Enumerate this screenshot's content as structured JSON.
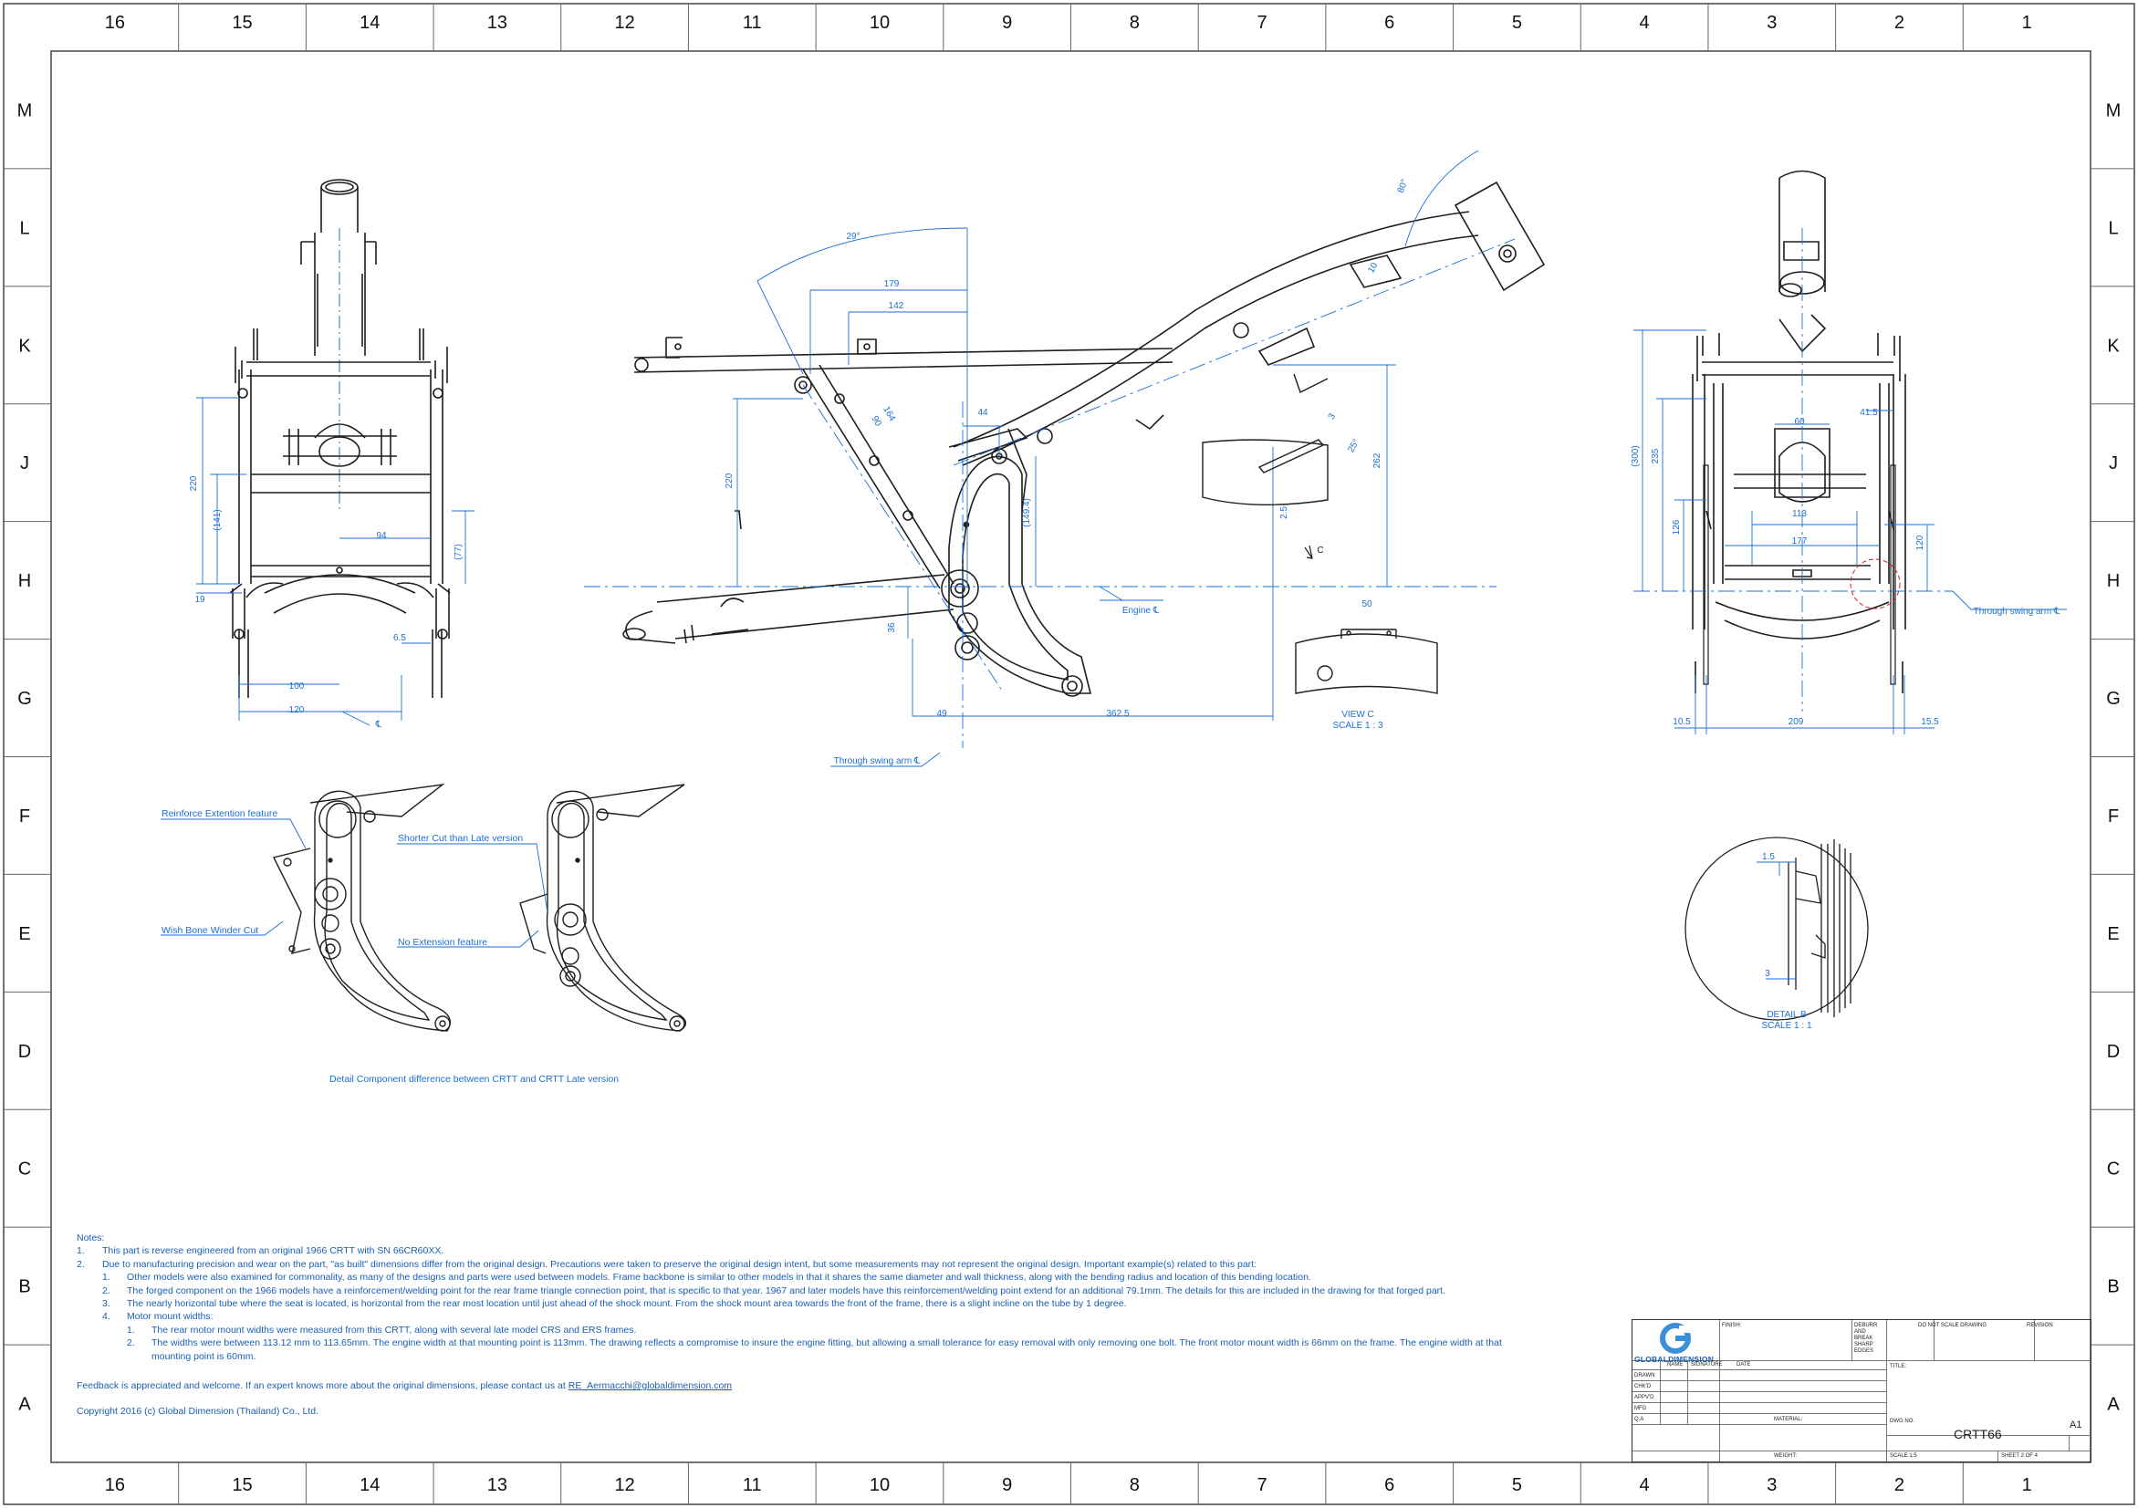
{
  "border": {
    "columns": [
      "16",
      "15",
      "14",
      "13",
      "12",
      "11",
      "10",
      "9",
      "8",
      "7",
      "6",
      "5",
      "4",
      "3",
      "2",
      "1"
    ],
    "rows": [
      "M",
      "L",
      "K",
      "J",
      "H",
      "G",
      "F",
      "E",
      "D",
      "C",
      "B",
      "A"
    ]
  },
  "colors": {
    "line": "#1e1e1e",
    "dim": "#1a6fd6",
    "text": "#1a5fb4",
    "highlight": "#d42020"
  },
  "front_view": {
    "dims": {
      "d220": "220",
      "d141": "(141)",
      "d94": "94",
      "d77": "(77)",
      "d19": "19",
      "d6_5": "6.5",
      "d100": "100",
      "d120": "120",
      "cl": "℄"
    }
  },
  "side_view": {
    "dims": {
      "a29": "29°",
      "d179": "179",
      "d142": "142",
      "d164": "164",
      "d90": "90",
      "d220": "220",
      "d44": "44",
      "d149_4": "(149.4)",
      "d36": "36",
      "d49": "49",
      "d362_5": "362.5",
      "a80": "80°",
      "d10": "10",
      "d262": "262",
      "d2_5": "2.5",
      "d3": "3",
      "a25": "25°",
      "d50": "50",
      "c": "C"
    },
    "engine_cl": "Engine ℄",
    "swing_arm_cl": "Through swing arm ℄",
    "view_c_title": "VIEW C",
    "view_c_scale": "SCALE 1 : 3"
  },
  "rear_view": {
    "dims": {
      "d300": "(300)",
      "d235": "235",
      "d126": "126",
      "d60": "60",
      "d41_5": "41.5",
      "d113": "113",
      "d177": "177",
      "d120": "120",
      "d10_5": "10.5",
      "d209": "209",
      "d15_5": "15.5"
    },
    "swing_arm_cl": "Through swing arm ℄"
  },
  "detail_b": {
    "d1_5": "1.5",
    "d3": "3",
    "title": "DETAIL B",
    "scale": "SCALE 1 : 1"
  },
  "comparison": {
    "reinforce": "Reinforce Extention feature",
    "wishbone": "Wish Bone Winder Cut",
    "shorter": "Shorter Cut than Late version",
    "noext": "No Extension feature",
    "caption": "Detail Component difference between CRTT and CRTT Late version"
  },
  "notes": {
    "heading": "Notes:",
    "n1_num": "1.",
    "n1": "This part is reverse engineered from an original 1966 CRTT with SN 66CR60XX.",
    "n2_num": "2.",
    "n2": "Due to manufacturing precision and wear on the part, \"as built\" dimensions differ from the original design. Precautions were taken to preserve the original design intent, but some measurements may not represent the original design. Important example(s) related to this part:",
    "s1_num": "1.",
    "s1": "Other models were also examined for commonality, as many of the designs and parts were used between models. Frame backbone is similar to other models in that it shares the same diameter and wall thickness, along with the bending radius and location of this bending location.",
    "s2_num": "2.",
    "s2": "The forged component on the 1966 models have a reinforcement/welding point for the rear frame triangle connection point, that is specific to that year.  1967 and later models have this reinforcement/welding point extend for an additional 79.1mm. The details for this are included in the drawing for that forged part.",
    "s3_num": "3.",
    "s3": "The nearly horizontal tube where the seat is located, is horizontal from the rear most  location until just ahead of the shock mount. From the shock mount area towards the front of the frame, there is a slight incline on the tube by 1 degree.",
    "s4_num": "4.",
    "s4": "Motor mount widths:",
    "s4a_num": "1.",
    "s4a": "The rear motor mount widths were measured from this CRTT, along with several late model CRS and ERS frames.",
    "s4b_num": "2.",
    "s4b": "The widths were between 113.12 mm to 113.65mm. The engine width at that mounting point is 113mm. The drawing reflects a compromise to insure the engine fitting, but allowing a small tolerance for easy removal with only removing one bolt. The front motor mount width is 66mm on the frame.  The engine width at that",
    "s4b_cont": "mounting point is 60mm.",
    "feedback": "Feedback is appreciated and welcome.  If an expert knows more about the original dimensions, please contact us at",
    "email": "RE_Aermacchi@globaldimension.com",
    "copyright": "Copyright 2016 (c) Global Dimension (Thailand) Co., Ltd."
  },
  "title_block": {
    "logo": "GLOBALDIMENSION",
    "finish": "FINISH:",
    "deburr": "DEBURR AND BREAK SHARP EDGES",
    "dont_scale": "DO NOT SCALE DRAWING",
    "revision": "REVISION",
    "name": "NAME",
    "signature": "SIGNATURE",
    "date": "DATE",
    "drawn": "DRAWN",
    "chkd": "CHK'D",
    "appvd": "APPV'D",
    "mfg": "MFG",
    "qa": "Q.A",
    "title": "TITLE:",
    "material": "MATERIAL:",
    "dwg_no_label": "DWG NO.",
    "dwg_no": "CRTT66",
    "size": "A1",
    "weight": "WEIGHT:",
    "scale": "SCALE:1:5",
    "sheet": "SHEET 2 OF 4"
  }
}
